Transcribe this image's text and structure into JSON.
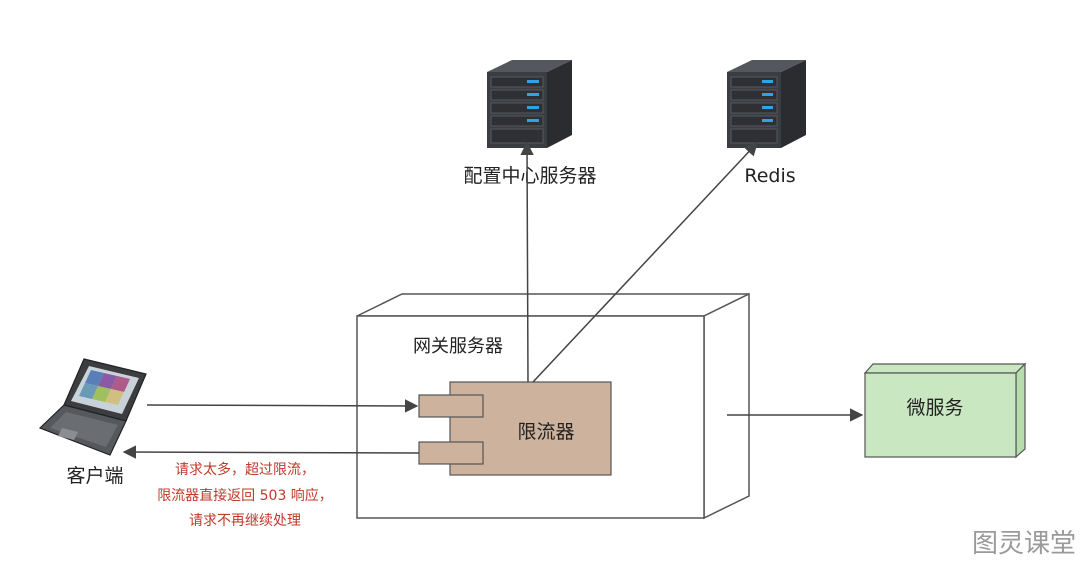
{
  "nodes": {
    "config_server": "配置中心服务器",
    "redis": "Redis",
    "gateway": "网关服务器",
    "limiter": "限流器",
    "client": "客户端",
    "microservice": "微服务"
  },
  "note": {
    "lines": [
      "请求太多，超过限流，",
      "限流器直接返回 503 响应，",
      "请求不再继续处理"
    ],
    "color": "#c0392b"
  },
  "watermark": "图灵课堂",
  "colors": {
    "limiter_fill": "#cdb39e",
    "microservice_fill": "#c9e8c1",
    "line": "#444444",
    "server_body": "#3a3d42"
  },
  "icons": {
    "config_server": "server-rack-icon",
    "redis": "server-rack-icon",
    "client": "laptop-icon"
  }
}
